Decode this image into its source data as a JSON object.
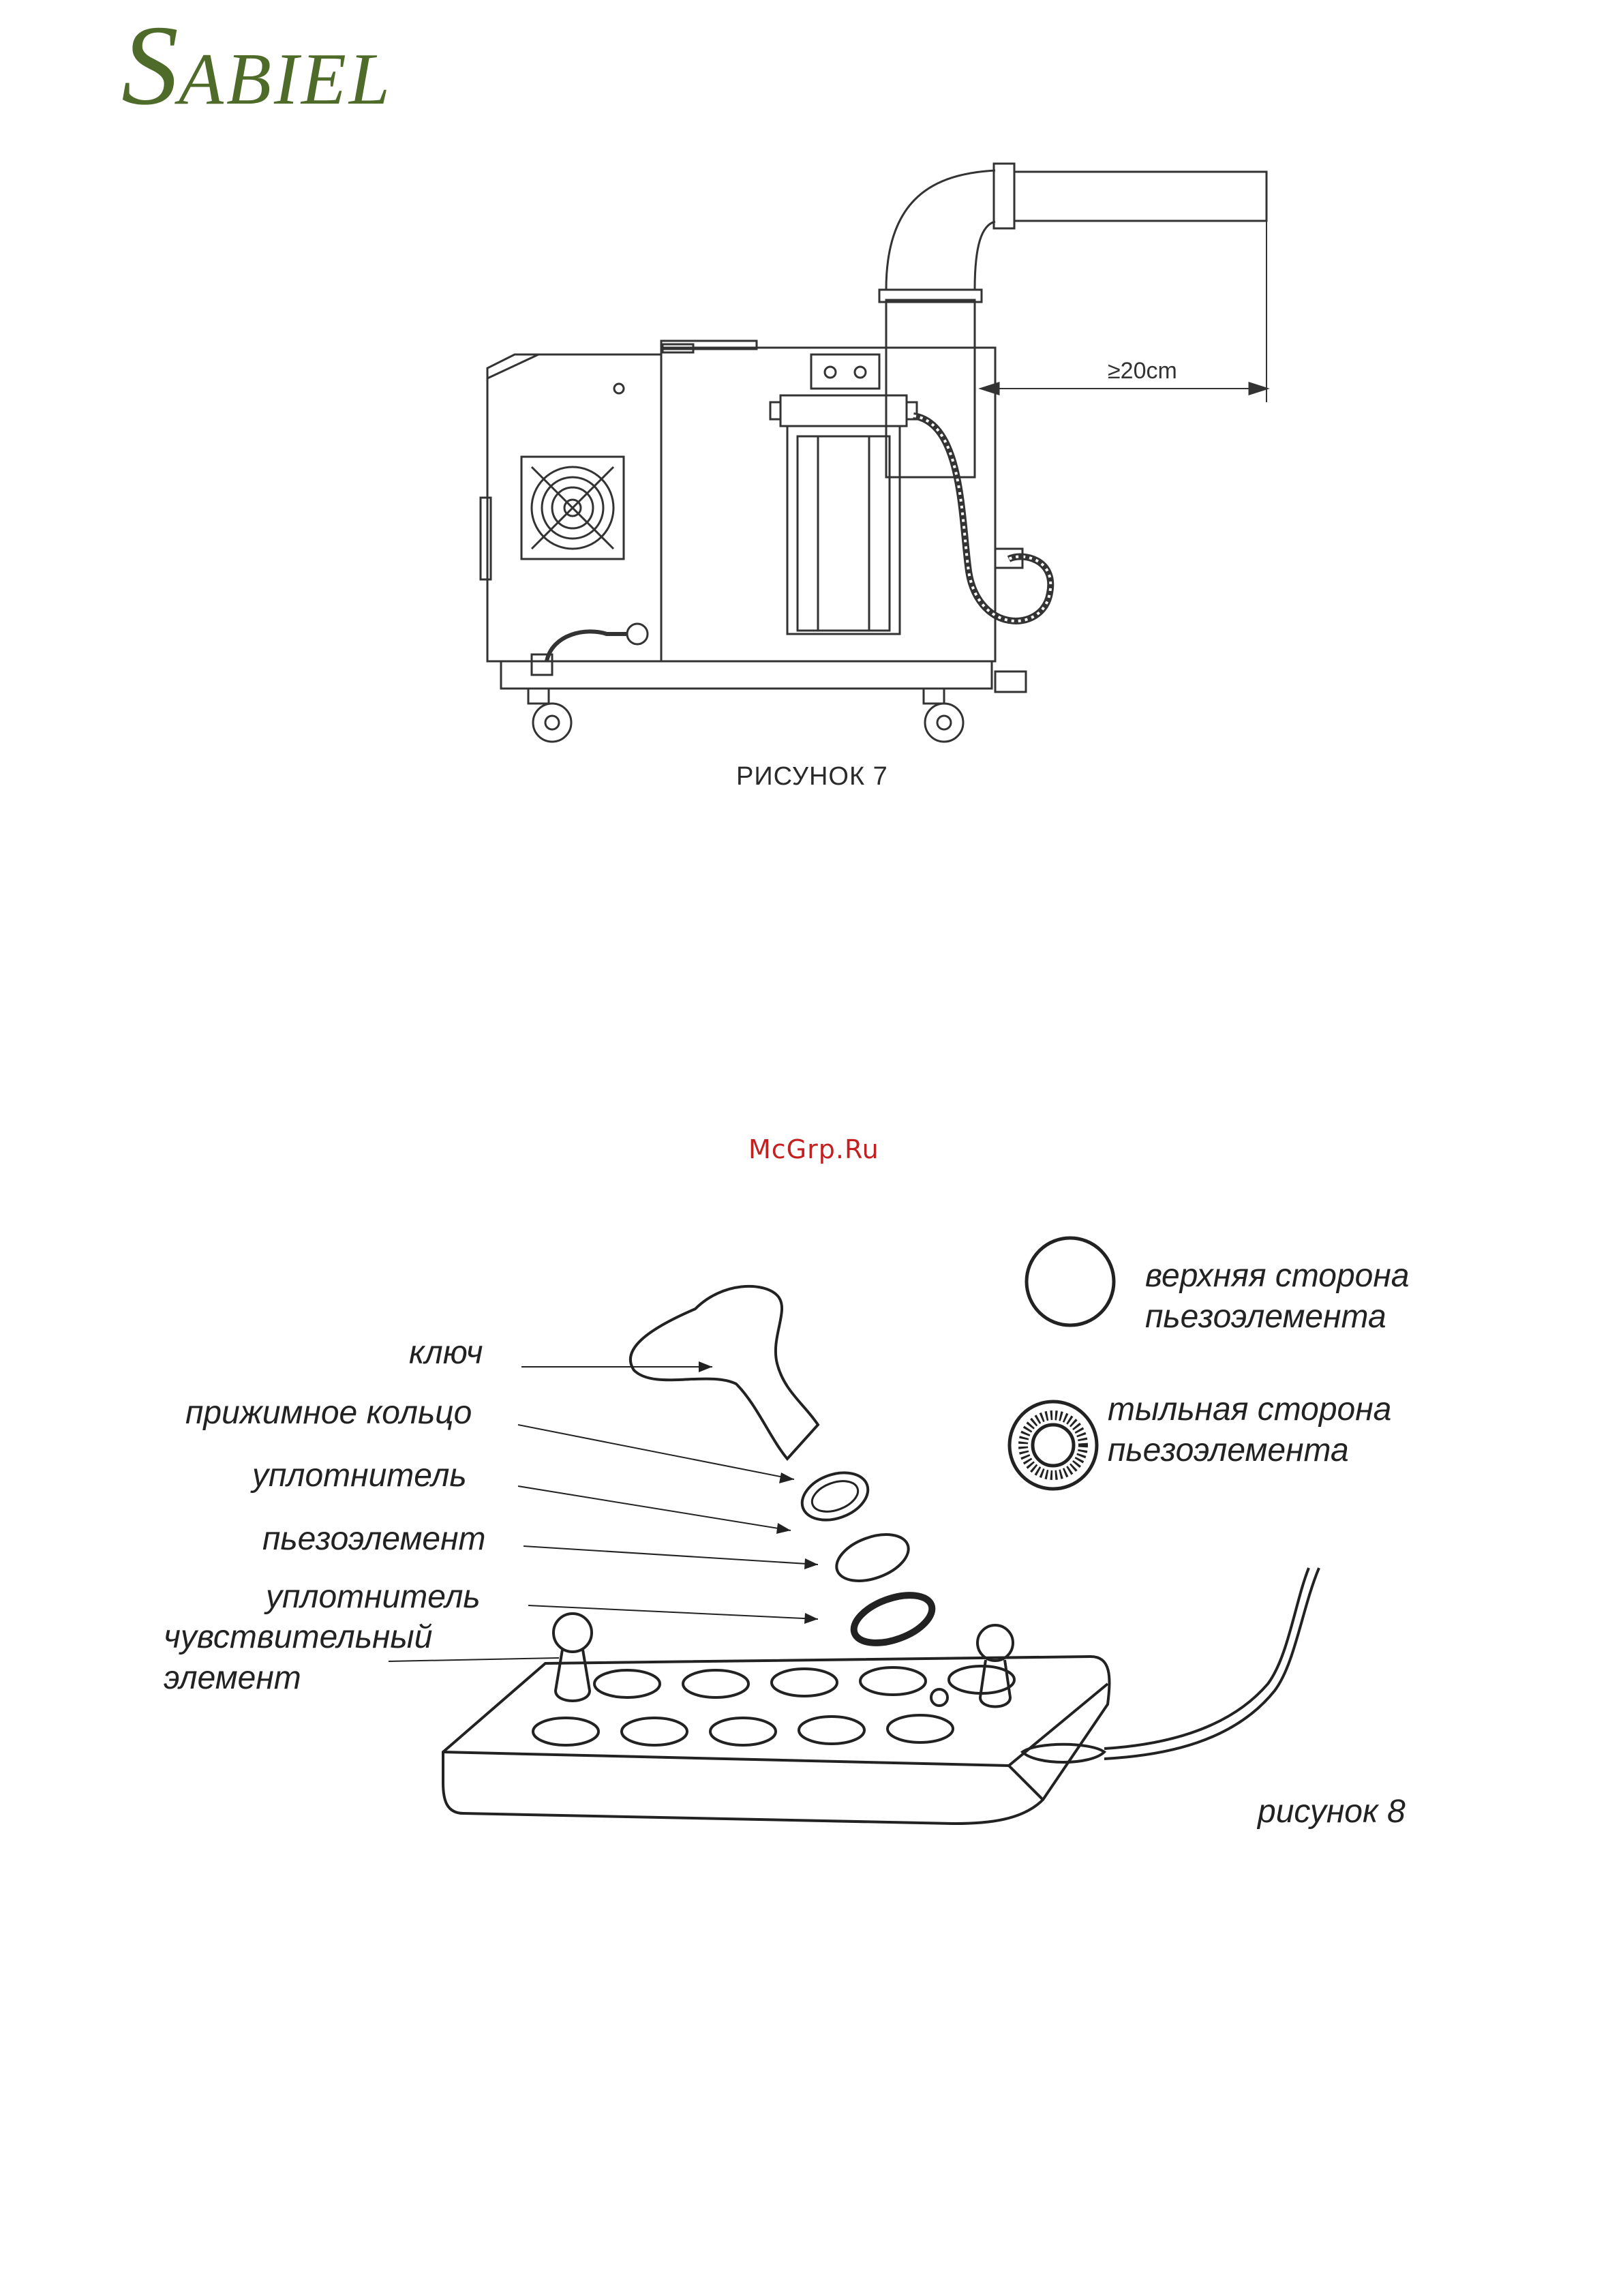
{
  "header": {
    "logo_first": "S",
    "logo_rest": "ABIEL",
    "logo_color": "#4f6b2a"
  },
  "figure7": {
    "dimension_label": "≥20cm",
    "caption": "РИСУНОК 7"
  },
  "watermark": {
    "text": "McGrp.Ru",
    "color": "#c42020"
  },
  "figure8": {
    "labels": {
      "key": "ключ",
      "clamp_ring": "прижимное кольцо",
      "seal_top": "уплотнитель",
      "piezo": "пьезоэлемент",
      "seal_bottom": "уплотнитель",
      "sensor_line1": "чувствительный",
      "sensor_line2": "элемент"
    },
    "legend": {
      "top_side_line1": "верхняя сторона",
      "top_side_line2": "пьезоэлемента",
      "back_side_line1": "тыльная сторона",
      "back_side_line2": "пьезоэлемента"
    },
    "caption": "рисунок 8"
  }
}
